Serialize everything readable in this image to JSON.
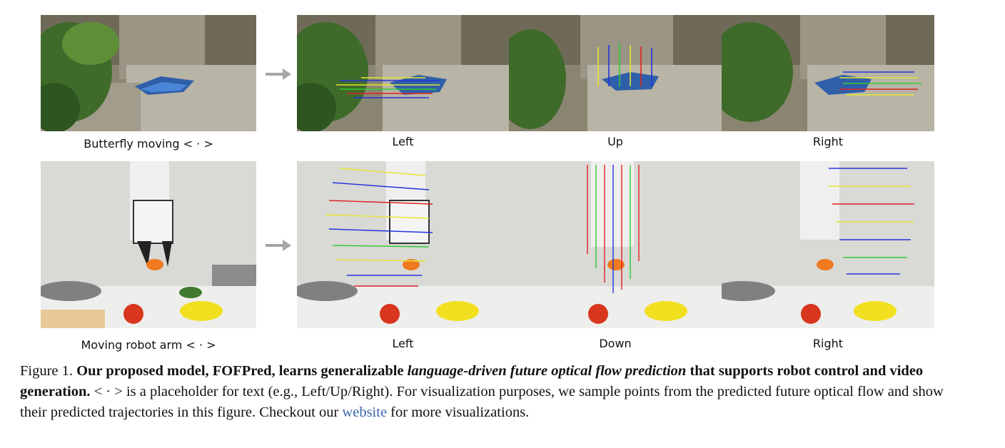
{
  "figure": {
    "row1": {
      "input_label": "Butterfly moving < · >",
      "outputs": [
        "Left",
        "Up",
        "Right"
      ]
    },
    "row2": {
      "input_label": "Moving robot arm < · >",
      "outputs": [
        "Left",
        "Down",
        "Right"
      ]
    }
  },
  "caption": {
    "figure_number": "Figure 1.",
    "bold_1": "Our proposed model, FOFPred, learns generalizable",
    "italic_bold": "language-driven future optical flow prediction",
    "bold_2": "that supports robot control and video generation.",
    "placeholder_text": "< · > is a placeholder for text (e.g., Left/Up/Right). For visualization purposes, we sample points from the predicted future optical flow and show their predicted trajectories in this figure. Checkout our",
    "link_text": "website",
    "tail_text": "for more visualizations."
  },
  "colors": {
    "flow_yellow": "#e6e633",
    "flow_blue": "#2233dd",
    "flow_red": "#dd2222",
    "flow_green": "#33cc33",
    "link": "#3a66a8",
    "arrow_gray": "#a6a6a6"
  }
}
